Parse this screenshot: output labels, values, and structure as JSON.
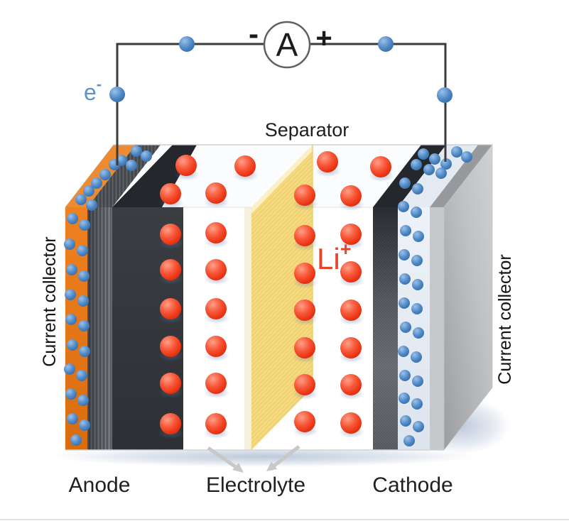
{
  "circuit": {
    "ammeter_label": "A",
    "negative_sign": "-",
    "positive_sign": "+",
    "electron_symbol": "e",
    "electron_charge": "-"
  },
  "cell": {
    "separator_label": "Separator",
    "anode_label": "Anode",
    "electrolyte_label": "Electrolyte",
    "cathode_label": "Cathode",
    "left_collector_label": "Current collector",
    "right_collector_label": "Current collector",
    "lithium_symbol": "Li",
    "lithium_charge": "+"
  },
  "colors": {
    "electron_blue": "#4a86c5",
    "lithium_red": "#f2472c",
    "anode_collector_orange": "#e87417",
    "anode_dark": "#33363b",
    "separator_yellow": "#f5d97e",
    "cathode_collector_gray": "#c6c8ca",
    "wire_dark": "#3a3a3a",
    "arrow_gray": "#c8c8c8",
    "label_black": "#1f1f1f"
  },
  "scatter": {
    "li_ions": {
      "r": 15,
      "fill": "url(#liGrad)",
      "shadow": true,
      "points": [
        [
          240,
          273
        ],
        [
          240,
          330
        ],
        [
          240,
          380
        ],
        [
          240,
          435
        ],
        [
          240,
          488
        ],
        [
          240,
          540
        ],
        [
          240,
          597
        ],
        [
          304,
          272
        ],
        [
          304,
          328
        ],
        [
          304,
          380
        ],
        [
          304,
          435
        ],
        [
          304,
          488
        ],
        [
          304,
          540
        ],
        [
          304,
          597
        ],
        [
          429,
          275
        ],
        [
          429,
          332
        ],
        [
          429,
          385
        ],
        [
          429,
          437
        ],
        [
          429,
          490
        ],
        [
          429,
          542
        ],
        [
          429,
          594
        ],
        [
          494,
          276
        ],
        [
          494,
          330
        ],
        [
          494,
          383
        ],
        [
          494,
          437
        ],
        [
          494,
          490
        ],
        [
          494,
          542
        ],
        [
          494,
          596
        ],
        [
          262,
          233
        ],
        [
          345,
          234
        ],
        [
          461,
          228
        ],
        [
          536,
          235
        ]
      ]
    },
    "electrons_wire": {
      "r": 11,
      "fill": "url(#eGrad)",
      "shadow": false,
      "points": [
        [
          263,
          62
        ],
        [
          543,
          62
        ],
        [
          165,
          133
        ],
        [
          626,
          134
        ]
      ]
    },
    "electrons_left": {
      "r": 8,
      "fill": "url(#eGrad)",
      "shadow": false,
      "points": [
        [
          192,
          213
        ],
        [
          206,
          220
        ],
        [
          171,
          226
        ],
        [
          185,
          233
        ],
        [
          161,
          232
        ],
        [
          148,
          246
        ],
        [
          136,
          258
        ],
        [
          125,
          269
        ],
        [
          114,
          281
        ],
        [
          129,
          289
        ],
        [
          102,
          308
        ],
        [
          119,
          317
        ],
        [
          98,
          344
        ],
        [
          116,
          353
        ],
        [
          101,
          380
        ],
        [
          118,
          389
        ],
        [
          99,
          415
        ],
        [
          117,
          424
        ],
        [
          100,
          450
        ],
        [
          118,
          459
        ],
        [
          102,
          486
        ],
        [
          119,
          495
        ],
        [
          98,
          520
        ],
        [
          115,
          529
        ],
        [
          100,
          555
        ],
        [
          117,
          564
        ],
        [
          102,
          590
        ],
        [
          119,
          599
        ],
        [
          107,
          620
        ]
      ]
    },
    "electrons_right": {
      "r": 8,
      "fill": "url(#eGrad)",
      "shadow": false,
      "points": [
        [
          596,
          217
        ],
        [
          612,
          224
        ],
        [
          628,
          231
        ],
        [
          643,
          214
        ],
        [
          657,
          221
        ],
        [
          586,
          232
        ],
        [
          604,
          239
        ],
        [
          621,
          244
        ],
        [
          570,
          258
        ],
        [
          588,
          266
        ],
        [
          568,
          291
        ],
        [
          586,
          299
        ],
        [
          571,
          325
        ],
        [
          589,
          333
        ],
        [
          569,
          359
        ],
        [
          587,
          367
        ],
        [
          570,
          393
        ],
        [
          588,
          401
        ],
        [
          569,
          427
        ],
        [
          587,
          435
        ],
        [
          571,
          461
        ],
        [
          589,
          469
        ],
        [
          568,
          495
        ],
        [
          586,
          503
        ],
        [
          570,
          529
        ],
        [
          588,
          537
        ],
        [
          569,
          561
        ],
        [
          587,
          569
        ],
        [
          571,
          593
        ],
        [
          589,
          601
        ],
        [
          576,
          621
        ]
      ]
    }
  }
}
